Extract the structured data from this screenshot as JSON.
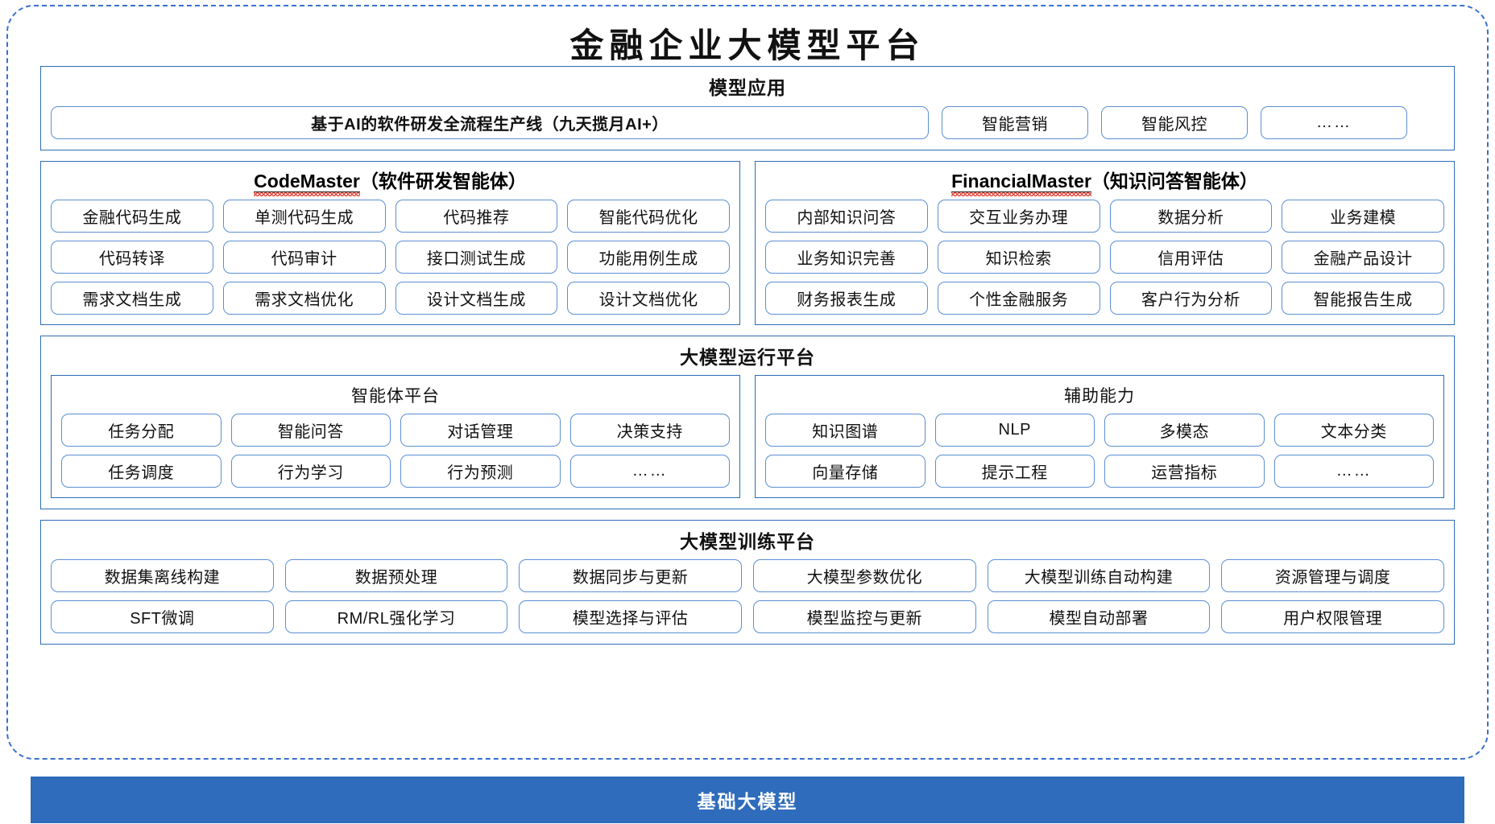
{
  "title": "金融企业大模型平台",
  "sections": {
    "applications": {
      "title": "模型应用",
      "flagship": "基于AI的软件研发全流程生产线（九天揽月AI+）",
      "items": [
        "智能营销",
        "智能风控",
        "……"
      ]
    },
    "agents": [
      {
        "name_en": "CodeMaster",
        "name_cn": "（软件研发智能体）",
        "items": [
          "金融代码生成",
          "单测代码生成",
          "代码推荐",
          "智能代码优化",
          "代码转译",
          "代码审计",
          "接口测试生成",
          "功能用例生成",
          "需求文档生成",
          "需求文档优化",
          "设计文档生成",
          "设计文档优化"
        ]
      },
      {
        "name_en": "FinancialMaster",
        "name_cn": "（知识问答智能体）",
        "items": [
          "内部知识问答",
          "交互业务办理",
          "数据分析",
          "业务建模",
          "业务知识完善",
          "知识检索",
          "信用评估",
          "金融产品设计",
          "财务报表生成",
          "个性金融服务",
          "客户行为分析",
          "智能报告生成"
        ]
      }
    ],
    "runtime": {
      "title": "大模型运行平台",
      "subpanels": [
        {
          "title": "智能体平台",
          "items": [
            "任务分配",
            "智能问答",
            "对话管理",
            "决策支持",
            "任务调度",
            "行为学习",
            "行为预测",
            "……"
          ]
        },
        {
          "title": "辅助能力",
          "items": [
            "知识图谱",
            "NLP",
            "多模态",
            "文本分类",
            "向量存储",
            "提示工程",
            "运营指标",
            "……"
          ]
        }
      ]
    },
    "training": {
      "title": "大模型训练平台",
      "items": [
        "数据集离线构建",
        "数据预处理",
        "数据同步与更新",
        "大模型参数优化",
        "大模型训练自动构建",
        "资源管理与调度",
        "SFT微调",
        "RM/RL强化学习",
        "模型选择与评估",
        "模型监控与更新",
        "模型自动部署",
        "用户权限管理"
      ]
    },
    "foundation": {
      "label": "基础大模型"
    }
  },
  "colors": {
    "frame_dashed": "#3a6fd0",
    "section_border": "#2e6cb5",
    "pill_border": "#5b8fd4",
    "foundation_bg": "#2f6cbb",
    "spellcheck_underline": "#e8463a"
  }
}
